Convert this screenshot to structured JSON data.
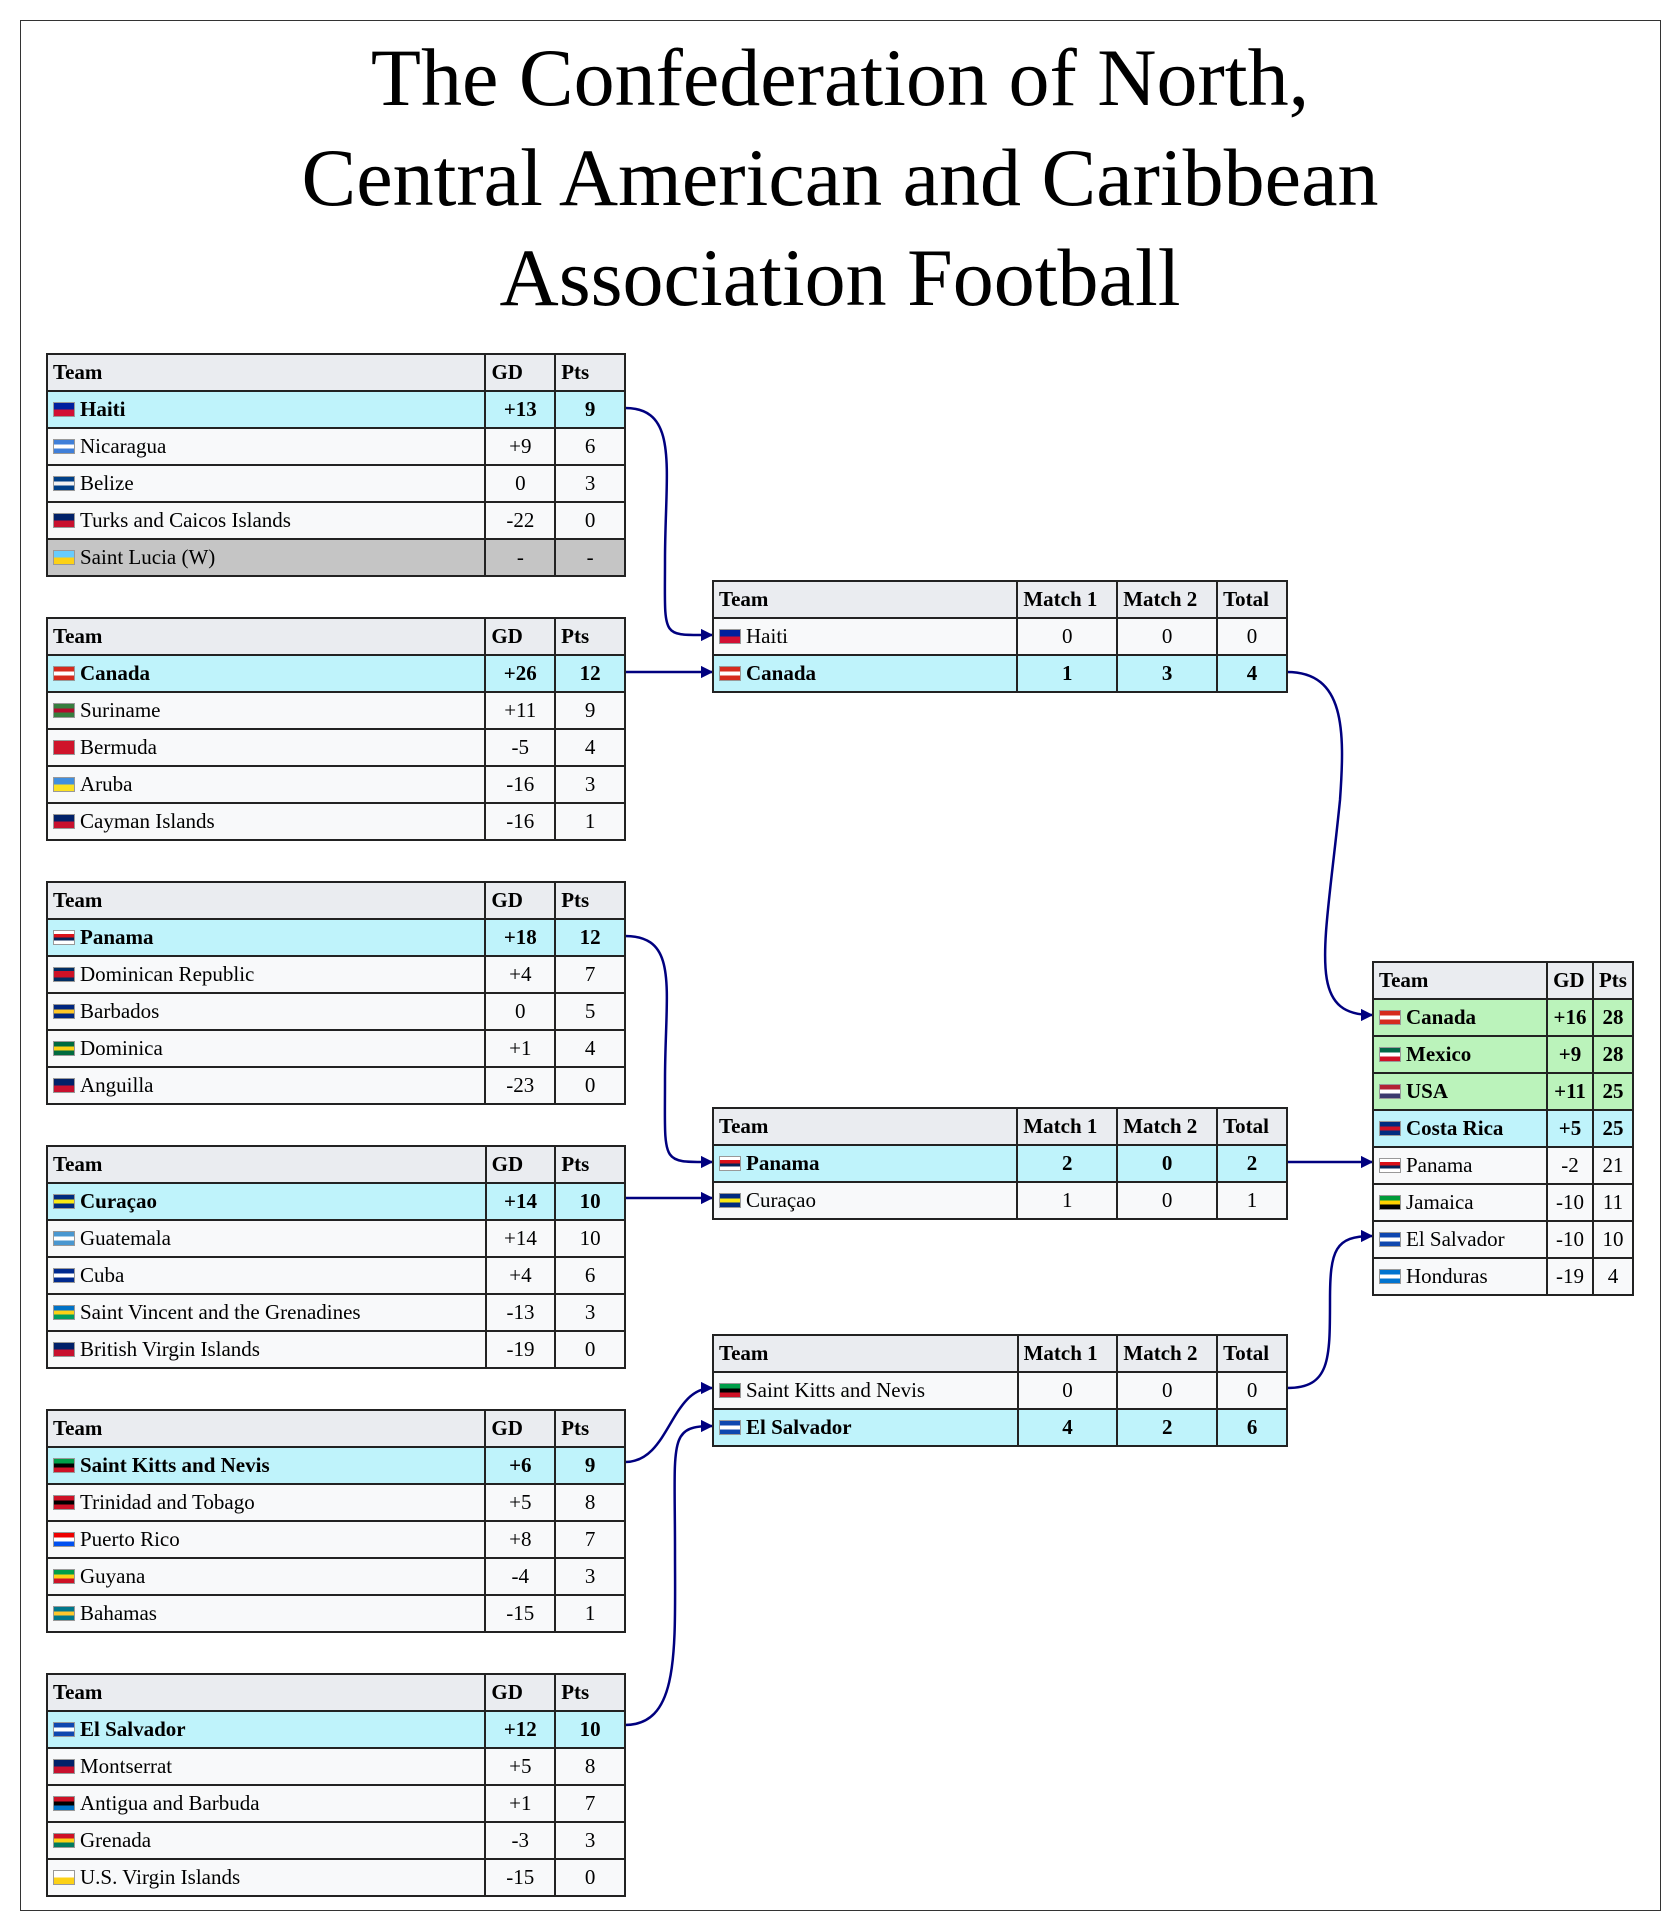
{
  "title": "The Confederation of North,\nCentral American and Caribbean\nAssociation Football",
  "colors": {
    "qualified": "#bff3fb",
    "final_qualified": "#bbf3bb",
    "withdrawn": "#c5c5c5",
    "header": "#eaecf0",
    "arrow": "#00007f"
  },
  "group_headers": {
    "team": "Team",
    "gd": "GD",
    "pts": "Pts"
  },
  "match_headers": {
    "team": "Team",
    "m1": "Match 1",
    "m2": "Match 2",
    "total": "Total"
  },
  "groups": [
    {
      "rows": [
        {
          "team": "Haiti",
          "gd": "+13",
          "pts": "9",
          "status": "q",
          "flag": [
            "#00209f",
            "#d21034"
          ]
        },
        {
          "team": "Nicaragua",
          "gd": "+9",
          "pts": "6",
          "status": "",
          "flag": [
            "#3f7fd9",
            "#ffffff",
            "#3f7fd9"
          ]
        },
        {
          "team": "Belize",
          "gd": "0",
          "pts": "3",
          "status": "",
          "flag": [
            "#003f87",
            "#f2f2f2",
            "#003f87"
          ]
        },
        {
          "team": "Turks and Caicos Islands",
          "gd": "-22",
          "pts": "0",
          "status": "",
          "flag": [
            "#012169",
            "#c8102e"
          ]
        },
        {
          "team": "Saint Lucia (W)",
          "gd": "-",
          "pts": "-",
          "status": "w",
          "flag": [
            "#66ccff",
            "#fcd116"
          ]
        }
      ]
    },
    {
      "rows": [
        {
          "team": "Canada",
          "gd": "+26",
          "pts": "12",
          "status": "q",
          "flag": [
            "#d52b1e",
            "#ffffff",
            "#d52b1e"
          ]
        },
        {
          "team": "Suriname",
          "gd": "+11",
          "pts": "9",
          "status": "",
          "flag": [
            "#377e3f",
            "#b40a2d",
            "#377e3f"
          ]
        },
        {
          "team": "Bermuda",
          "gd": "-5",
          "pts": "4",
          "status": "",
          "flag": [
            "#cf142b",
            "#cf142b"
          ]
        },
        {
          "team": "Aruba",
          "gd": "-16",
          "pts": "3",
          "status": "",
          "flag": [
            "#418fde",
            "#fbe122"
          ]
        },
        {
          "team": "Cayman Islands",
          "gd": "-16",
          "pts": "1",
          "status": "",
          "flag": [
            "#012169",
            "#c8102e"
          ]
        }
      ]
    },
    {
      "rows": [
        {
          "team": "Panama",
          "gd": "+18",
          "pts": "12",
          "status": "q",
          "flag": [
            "#ffffff",
            "#da121a",
            "#072357",
            "#ffffff"
          ]
        },
        {
          "team": "Dominican Republic",
          "gd": "+4",
          "pts": "7",
          "status": "",
          "flag": [
            "#002d62",
            "#ce1126",
            "#ce1126",
            "#002d62"
          ]
        },
        {
          "team": "Barbados",
          "gd": "0",
          "pts": "5",
          "status": "",
          "flag": [
            "#00267f",
            "#ffc726",
            "#00267f"
          ]
        },
        {
          "team": "Dominica",
          "gd": "+1",
          "pts": "4",
          "status": "",
          "flag": [
            "#006b3f",
            "#fcd116",
            "#006b3f"
          ]
        },
        {
          "team": "Anguilla",
          "gd": "-23",
          "pts": "0",
          "status": "",
          "flag": [
            "#012169",
            "#c8102e"
          ]
        }
      ]
    },
    {
      "rows": [
        {
          "team": "Curaçao",
          "gd": "+14",
          "pts": "10",
          "status": "q",
          "flag": [
            "#002b7f",
            "#f9e814",
            "#002b7f"
          ]
        },
        {
          "team": "Guatemala",
          "gd": "+14",
          "pts": "10",
          "status": "",
          "flag": [
            "#4997d0",
            "#ffffff",
            "#4997d0"
          ]
        },
        {
          "team": "Cuba",
          "gd": "+4",
          "pts": "6",
          "status": "",
          "flag": [
            "#002a8f",
            "#ffffff",
            "#002a8f"
          ]
        },
        {
          "team": "Saint Vincent and the Grenadines",
          "gd": "-13",
          "pts": "3",
          "status": "",
          "flag": [
            "#0072c6",
            "#fcd116",
            "#009e60"
          ]
        },
        {
          "team": "British Virgin Islands",
          "gd": "-19",
          "pts": "0",
          "status": "",
          "flag": [
            "#012169",
            "#c8102e"
          ]
        }
      ]
    },
    {
      "rows": [
        {
          "team": "Saint Kitts and Nevis",
          "gd": "+6",
          "pts": "9",
          "status": "q",
          "flag": [
            "#009e49",
            "#000000",
            "#ce1126"
          ]
        },
        {
          "team": "Trinidad and Tobago",
          "gd": "+5",
          "pts": "8",
          "status": "",
          "flag": [
            "#ce1126",
            "#000000",
            "#ce1126"
          ]
        },
        {
          "team": "Puerto Rico",
          "gd": "+8",
          "pts": "7",
          "status": "",
          "flag": [
            "#ed0000",
            "#ffffff",
            "#0050f0"
          ]
        },
        {
          "team": "Guyana",
          "gd": "-4",
          "pts": "3",
          "status": "",
          "flag": [
            "#009e49",
            "#fcd116",
            "#ce1126"
          ]
        },
        {
          "team": "Bahamas",
          "gd": "-15",
          "pts": "1",
          "status": "",
          "flag": [
            "#00778b",
            "#ffc72c",
            "#00778b"
          ]
        }
      ]
    },
    {
      "rows": [
        {
          "team": "El Salvador",
          "gd": "+12",
          "pts": "10",
          "status": "q",
          "flag": [
            "#0f47af",
            "#ffffff",
            "#0f47af"
          ]
        },
        {
          "team": "Montserrat",
          "gd": "+5",
          "pts": "8",
          "status": "",
          "flag": [
            "#012169",
            "#c8102e"
          ]
        },
        {
          "team": "Antigua and Barbuda",
          "gd": "+1",
          "pts": "7",
          "status": "",
          "flag": [
            "#ce1126",
            "#000000",
            "#0072c6"
          ]
        },
        {
          "team": "Grenada",
          "gd": "-3",
          "pts": "3",
          "status": "",
          "flag": [
            "#ce1126",
            "#fcd116",
            "#007a5e"
          ]
        },
        {
          "team": "U.S. Virgin Islands",
          "gd": "-15",
          "pts": "0",
          "status": "",
          "flag": [
            "#ffffff",
            "#fcd116"
          ]
        }
      ]
    }
  ],
  "matches": [
    {
      "rows": [
        {
          "team": "Haiti",
          "m1": "0",
          "m2": "0",
          "total": "0",
          "status": "",
          "flag": [
            "#00209f",
            "#d21034"
          ]
        },
        {
          "team": "Canada",
          "m1": "1",
          "m2": "3",
          "total": "4",
          "status": "q",
          "flag": [
            "#d52b1e",
            "#ffffff",
            "#d52b1e"
          ]
        }
      ]
    },
    {
      "rows": [
        {
          "team": "Panama",
          "m1": "2",
          "m2": "0",
          "total": "2",
          "status": "q",
          "flag": [
            "#ffffff",
            "#da121a",
            "#072357",
            "#ffffff"
          ]
        },
        {
          "team": "Curaçao",
          "m1": "1",
          "m2": "0",
          "total": "1",
          "status": "",
          "flag": [
            "#002b7f",
            "#f9e814",
            "#002b7f"
          ]
        }
      ]
    },
    {
      "rows": [
        {
          "team": "Saint Kitts and Nevis",
          "m1": "0",
          "m2": "0",
          "total": "0",
          "status": "",
          "flag": [
            "#009e49",
            "#000000",
            "#ce1126"
          ]
        },
        {
          "team": "El Salvador",
          "m1": "4",
          "m2": "2",
          "total": "6",
          "status": "q",
          "flag": [
            "#0f47af",
            "#ffffff",
            "#0f47af"
          ]
        }
      ]
    }
  ],
  "final": {
    "rows": [
      {
        "team": "Canada",
        "gd": "+16",
        "pts": "28",
        "status": "qf",
        "flag": [
          "#d52b1e",
          "#ffffff",
          "#d52b1e"
        ]
      },
      {
        "team": "Mexico",
        "gd": "+9",
        "pts": "28",
        "status": "qf",
        "flag": [
          "#006847",
          "#ffffff",
          "#ce1126"
        ]
      },
      {
        "team": "USA",
        "gd": "+11",
        "pts": "25",
        "status": "qf",
        "flag": [
          "#b22234",
          "#ffffff",
          "#3c3b6e"
        ]
      },
      {
        "team": "Costa Rica",
        "gd": "+5",
        "pts": "25",
        "status": "q",
        "flag": [
          "#002b7f",
          "#ce1126",
          "#002b7f"
        ]
      },
      {
        "team": "Panama",
        "gd": "-2",
        "pts": "21",
        "status": "",
        "flag": [
          "#ffffff",
          "#da121a",
          "#072357",
          "#ffffff"
        ]
      },
      {
        "team": "Jamaica",
        "gd": "-10",
        "pts": "11",
        "status": "",
        "flag": [
          "#009b3a",
          "#fed100",
          "#000000"
        ]
      },
      {
        "team": "El Salvador",
        "gd": "-10",
        "pts": "10",
        "status": "",
        "flag": [
          "#0f47af",
          "#ffffff",
          "#0f47af"
        ]
      },
      {
        "team": "Honduras",
        "gd": "-19",
        "pts": "4",
        "status": "",
        "flag": [
          "#0073cf",
          "#ffffff",
          "#0073cf"
        ]
      }
    ]
  }
}
